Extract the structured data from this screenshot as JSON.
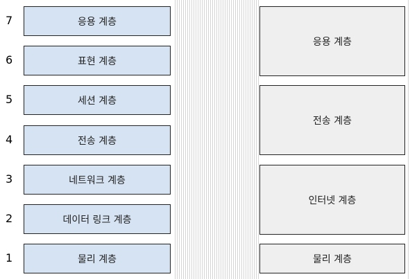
{
  "osi_layers": [
    {
      "number": "7",
      "label": "응용 계층"
    },
    {
      "number": "6",
      "label": "표현 계층"
    },
    {
      "number": "5",
      "label": "세션 계층"
    },
    {
      "number": "4",
      "label": "전송 계층"
    },
    {
      "number": "3",
      "label": "네트워크 계층"
    },
    {
      "number": "2",
      "label": "데이터 링크 계층"
    },
    {
      "number": "1",
      "label": "물리 계층"
    }
  ],
  "tcpip_layers": [
    {
      "label": "응용 계층"
    },
    {
      "label": "전송 계층"
    },
    {
      "label": "인터넷 계층"
    },
    {
      "label": "물리 계층"
    }
  ],
  "colors": {
    "osi_fill": "#d6e3f2",
    "tcpip_fill": "#efefef",
    "border": "#222222"
  }
}
